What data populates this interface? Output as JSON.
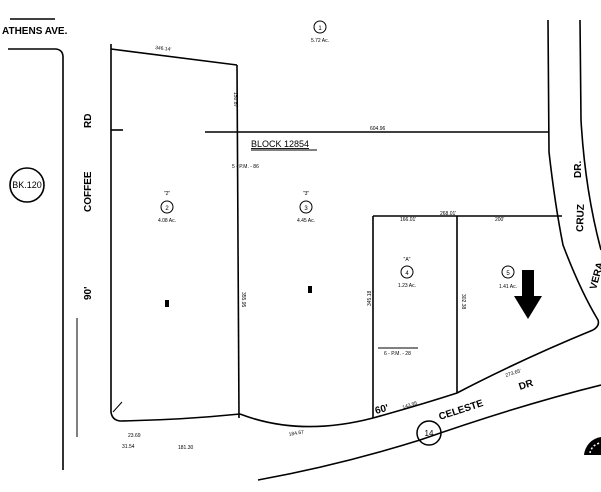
{
  "streets": {
    "athens": "ATHENS AVE.",
    "coffee": "COFFEE",
    "coffee_rd": "RD",
    "coffee_width": "90'",
    "vera": "VERA",
    "cruz": "CRUZ",
    "vera_dr": "DR.",
    "celeste": "CELESTE",
    "celeste_dr": "DR",
    "celeste_width": "60'"
  },
  "book_ref": "BK.120",
  "block": "BLOCK 12854",
  "adjacent_page": "14",
  "parcels": [
    {
      "number": "1",
      "acreage": "5.72 Ac."
    },
    {
      "number": "2",
      "letter": "\"2\"",
      "acreage": "4.08 Ac."
    },
    {
      "number": "3",
      "letter": "\"3\"",
      "acreage": "4.45 Ac."
    },
    {
      "number": "4",
      "letter": "\"A\"",
      "acreage": "1.23 Ac."
    },
    {
      "number": "5",
      "acreage": "1.41 Ac."
    }
  ],
  "parcel_maps": {
    "pm86": "5 - P.M. - 86",
    "pm28": "6 - P.M. - 28"
  },
  "dimensions": {
    "d1": "346.14'",
    "d2": "150.87",
    "d3": "604.96",
    "d4": "268.01'",
    "d5": "166.01'",
    "d6": "200'",
    "d7": "273.65'",
    "d8": "184.67",
    "d9": "181.30",
    "d10": "23.69",
    "d11": "31.54",
    "d12": "143.95",
    "d13": "355.95",
    "d14": "345.18",
    "d15": "302.38"
  },
  "colors": {
    "ink": "#000000",
    "paper": "#ffffff"
  }
}
